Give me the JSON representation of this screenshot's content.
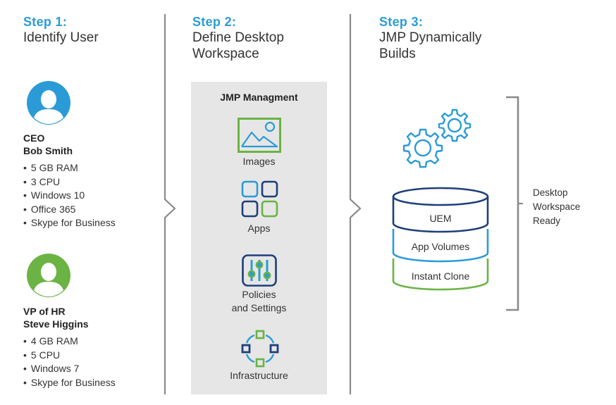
{
  "colors": {
    "accent_blue": "#2b9bd7",
    "accent_green": "#6ab344",
    "dark_navy": "#1f3f7a",
    "divider_gray": "#888888",
    "panel_bg": "#e6e6e6"
  },
  "steps": [
    {
      "label": "Step 1:",
      "title_lines": [
        "Identify User"
      ]
    },
    {
      "label": "Step 2:",
      "title_lines": [
        "Define Desktop",
        "Workspace"
      ]
    },
    {
      "label": "Step 3:",
      "title_lines": [
        "JMP Dynamically",
        "Builds"
      ]
    }
  ],
  "users": [
    {
      "avatar_icon": "user-avatar-icon",
      "avatar_color": "#2b9bd7",
      "role": "CEO",
      "name": "Bob Smith",
      "specs": [
        "5 GB RAM",
        "3 CPU",
        "Windows 10",
        "Office 365",
        "Skype for Business"
      ]
    },
    {
      "avatar_icon": "user-avatar-icon",
      "avatar_color": "#6ab344",
      "role": "VP of HR",
      "name": "Steve Higgins",
      "specs": [
        "4 GB RAM",
        "5 CPU",
        "Windows 7",
        "Skype for Business"
      ]
    }
  ],
  "management": {
    "title": "JMP Managment",
    "items": [
      {
        "icon": "image-icon",
        "label_lines": [
          "Images"
        ]
      },
      {
        "icon": "apps-grid-icon",
        "label_lines": [
          "Apps"
        ]
      },
      {
        "icon": "sliders-icon",
        "label_lines": [
          "Policies",
          "and Settings"
        ]
      },
      {
        "icon": "network-icon",
        "label_lines": [
          "Infrastructure"
        ]
      }
    ]
  },
  "build": {
    "gears_icon": "gears-icon",
    "layers": [
      {
        "label": "UEM",
        "color": "#1f3f7a"
      },
      {
        "label": "App Volumes",
        "color": "#2b9bd7"
      },
      {
        "label": "Instant Clone",
        "color": "#6ab344"
      }
    ],
    "result_lines": [
      "Desktop",
      "Workspace",
      "Ready"
    ]
  }
}
